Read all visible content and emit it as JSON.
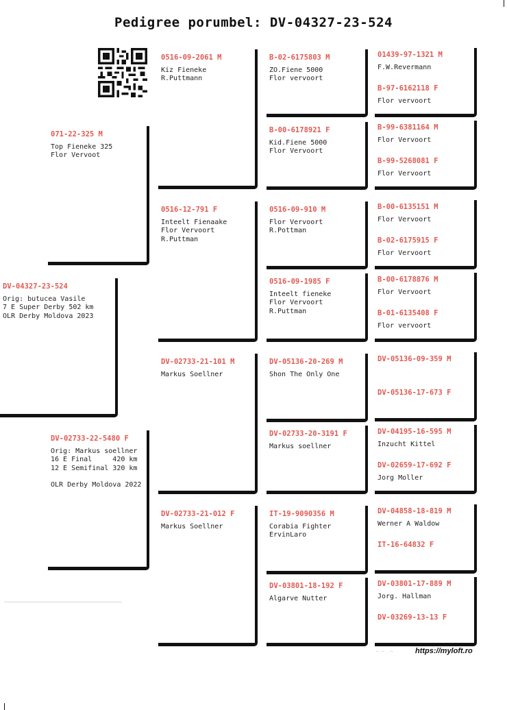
{
  "title": "Pedigree porumbel: DV-04327-23-524",
  "footer": "https://myloft.ro",
  "colors": {
    "ring": "#e05a52",
    "text": "#222222",
    "border": "#111111"
  },
  "subject": {
    "ring": "DV-04327-23-524",
    "lines": [
      "Orig: butucea Vasile",
      "7 E Super Derby 502 km",
      "OLR Derby Moldova 2023"
    ]
  },
  "sire": {
    "ring": "071-22-325 M",
    "lines": [
      "Top Fieneke 325",
      "Flor Vervoot"
    ]
  },
  "dam": {
    "ring": "DV-02733-22-5480 F",
    "lines": [
      "Orig: Markus soellner",
      "16 E Final     420 km",
      "12 E Semifinal 320 km",
      "",
      "OLR Derby Moldova 2022"
    ]
  },
  "gen2": [
    {
      "ring": "0516-09-2061 M",
      "lines": [
        "Kiz Fieneke",
        "R.Puttmann"
      ]
    },
    {
      "ring": "0516-12-791 F",
      "lines": [
        "Inteelt Fienaake",
        "Flor Vervoort",
        "R.Puttman"
      ]
    },
    {
      "ring": "DV-02733-21-101 M",
      "lines": [
        "Markus Soellner"
      ]
    },
    {
      "ring": "DV-02733-21-012 F",
      "lines": [
        "Markus Soellner"
      ]
    }
  ],
  "gen3": [
    {
      "ring": "B-02-6175803 M",
      "lines": [
        "ZO.Fiene 5000",
        "Flor vervoort"
      ]
    },
    {
      "ring": "B-00-6178921 F",
      "lines": [
        "Kid.Fiene 5000",
        "Flor Vervoort"
      ]
    },
    {
      "ring": "0516-09-910 M",
      "lines": [
        "Flor Vervoort",
        "R.Pottman"
      ]
    },
    {
      "ring": "0516-09-1985 F",
      "lines": [
        "Inteelt fieneke",
        "Flor Vervoort",
        "R.Puttman"
      ]
    },
    {
      "ring": "DV-05136-20-269 M",
      "lines": [
        "Shon The Only One"
      ]
    },
    {
      "ring": "DV-02733-20-3191 F",
      "lines": [
        "Markus soellner"
      ]
    },
    {
      "ring": "IT-19-9090356 M",
      "lines": [
        "Corabia Fighter",
        "ErvinLaro"
      ]
    },
    {
      "ring": "DV-03801-18-192 F",
      "lines": [
        "Algarve Nutter"
      ]
    }
  ],
  "gen4": [
    {
      "ring": "01439-97-1321 M",
      "lines": [
        "F.W.Revermann"
      ]
    },
    {
      "ring": "B-97-6162118 F",
      "lines": [
        "Flor vervoort"
      ]
    },
    {
      "ring": "B-99-6381164 M",
      "lines": [
        "Flor Vervoort"
      ]
    },
    {
      "ring": "B-99-5268081 F",
      "lines": [
        "Flor Vervoort"
      ]
    },
    {
      "ring": "B-00-6135151 M",
      "lines": [
        "Flor Vervoort"
      ]
    },
    {
      "ring": "B-02-6175915 F",
      "lines": [
        "Flor Vervoort"
      ]
    },
    {
      "ring": "B-00-6178876 M",
      "lines": [
        "Flor Vervoort"
      ]
    },
    {
      "ring": "B-01-6135408 F",
      "lines": [
        "Flor vervoort"
      ]
    },
    {
      "ring": "DV-05136-09-359 M",
      "lines": []
    },
    {
      "ring": "DV-05136-17-673 F",
      "lines": []
    },
    {
      "ring": "DV-04195-16-595 M",
      "lines": [
        "Inzucht Kittel"
      ]
    },
    {
      "ring": "DV-02659-17-692 F",
      "lines": [
        "Jorg Moller"
      ]
    },
    {
      "ring": "DV-04858-18-819 M",
      "lines": [
        "Werner A Waldow"
      ]
    },
    {
      "ring": "IT-16-64832 F",
      "lines": []
    },
    {
      "ring": "DV-03801-17-889 M",
      "lines": [
        "Jorg. Hallman"
      ]
    },
    {
      "ring": "DV-03269-13-13 F",
      "lines": []
    }
  ]
}
